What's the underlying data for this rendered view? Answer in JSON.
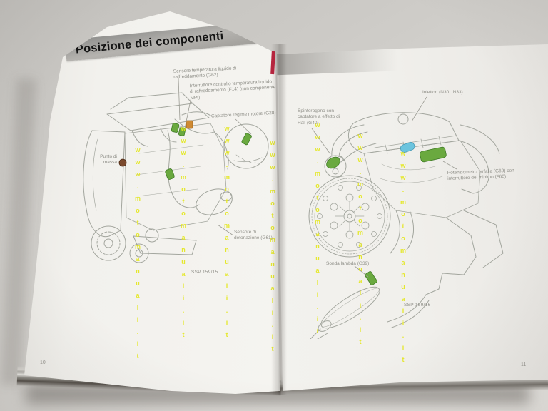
{
  "watermark_text": "www.motomanuali.it",
  "banner": {
    "title": "Posizione dei componenti"
  },
  "left_page": {
    "page_number": "10",
    "figure_code": "SSP 159/15",
    "labels": {
      "coolant_sensor": "Sensore temperatura liquido di raffreddamento (G62)",
      "coolant_switch": "Interruttore controllo temperatura liquido di raffreddamento (F14) (non componente MPI)",
      "rpm_sensor": "Captatore regime motore (G28)",
      "ground_point": "Punto di massa",
      "knock_sensor": "Sensore di detonazione (G61)"
    }
  },
  "right_page": {
    "page_number": "11",
    "figure_code": "SSP 159/16",
    "labels": {
      "injectors": "Iniettori (N30...N33)",
      "distributor": "Spinterogeno con captatore a effetto di Hall (G40)",
      "throttle_pot": "Potenziometro farfalla (G69) con interruttore del minimo (F60)",
      "lambda": "Sonda lambda (G39)"
    }
  },
  "colors": {
    "highlight_green": "#6aa93f",
    "highlight_orange": "#cf8a33",
    "highlight_blue": "#6cc4de",
    "highlight_brown": "#7b4a2d",
    "watermark_yellow": "#e4e81e",
    "banner_gray": "#a9a7a3"
  }
}
